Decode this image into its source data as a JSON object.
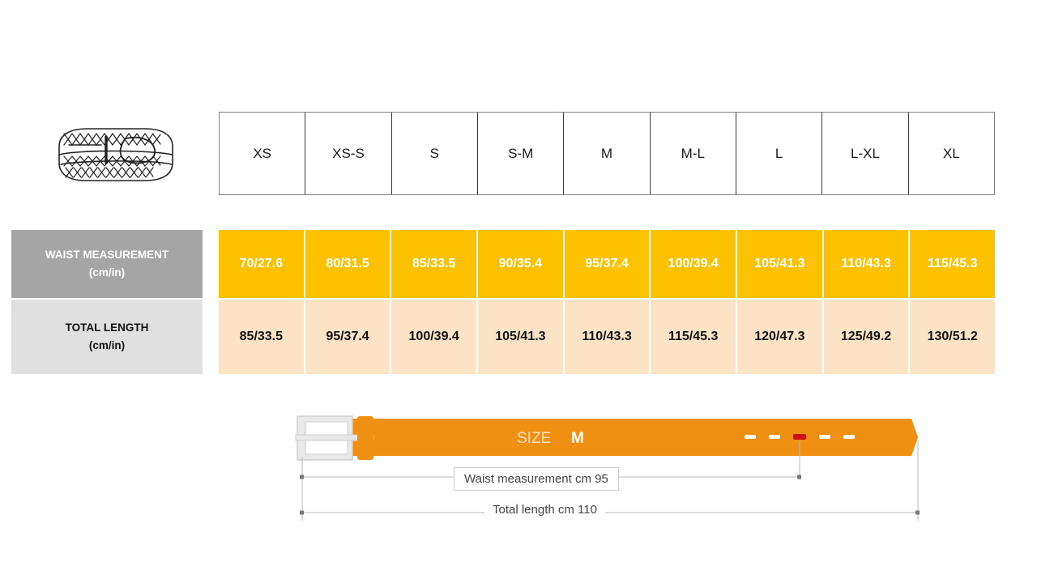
{
  "product_icon": {
    "name": "braided-belt-illustration",
    "description": "Line drawing of a coiled braided belt with buckle"
  },
  "size_table": {
    "header": {
      "sizes": [
        "XS",
        "XS-S",
        "S",
        "S-M",
        "M",
        "M-L",
        "L",
        "L-XL",
        "XL"
      ]
    },
    "rows": [
      {
        "label_title": "WAIST MEASUREMENT",
        "label_unit": "(cm/in)",
        "label_bg": "#a5a5a5",
        "label_color": "#ffffff",
        "row_bg": "#fcc200",
        "row_color": "#ffffff",
        "values": [
          "70/27.6",
          "80/31.5",
          "85/33.5",
          "90/35.4",
          "95/37.4",
          "100/39.4",
          "105/41.3",
          "110/43.3",
          "115/45.3"
        ]
      },
      {
        "label_title": "TOTAL LENGTH",
        "label_unit": "(cm/in)",
        "label_bg": "#e0e0e0",
        "label_color": "#111111",
        "row_bg": "#fde3c6",
        "row_color": "#111111",
        "values": [
          "85/33.5",
          "95/37.4",
          "100/39.4",
          "105/41.3",
          "110/43.3",
          "115/45.3",
          "120/47.3",
          "125/49.2",
          "130/51.2"
        ]
      }
    ]
  },
  "belt_diagram": {
    "size_prefix": "SIZE",
    "size_value": "M",
    "belt_color": "#ef9012",
    "buckle_color": "#e8e8e8",
    "active_hole_color": "#cc1111",
    "hole_color": "#ffffff",
    "hole_count": 5,
    "active_hole_index": 3,
    "waist_dimension_label": "Waist measurement cm 95",
    "total_length_dimension_label": "Total length cm 110"
  }
}
